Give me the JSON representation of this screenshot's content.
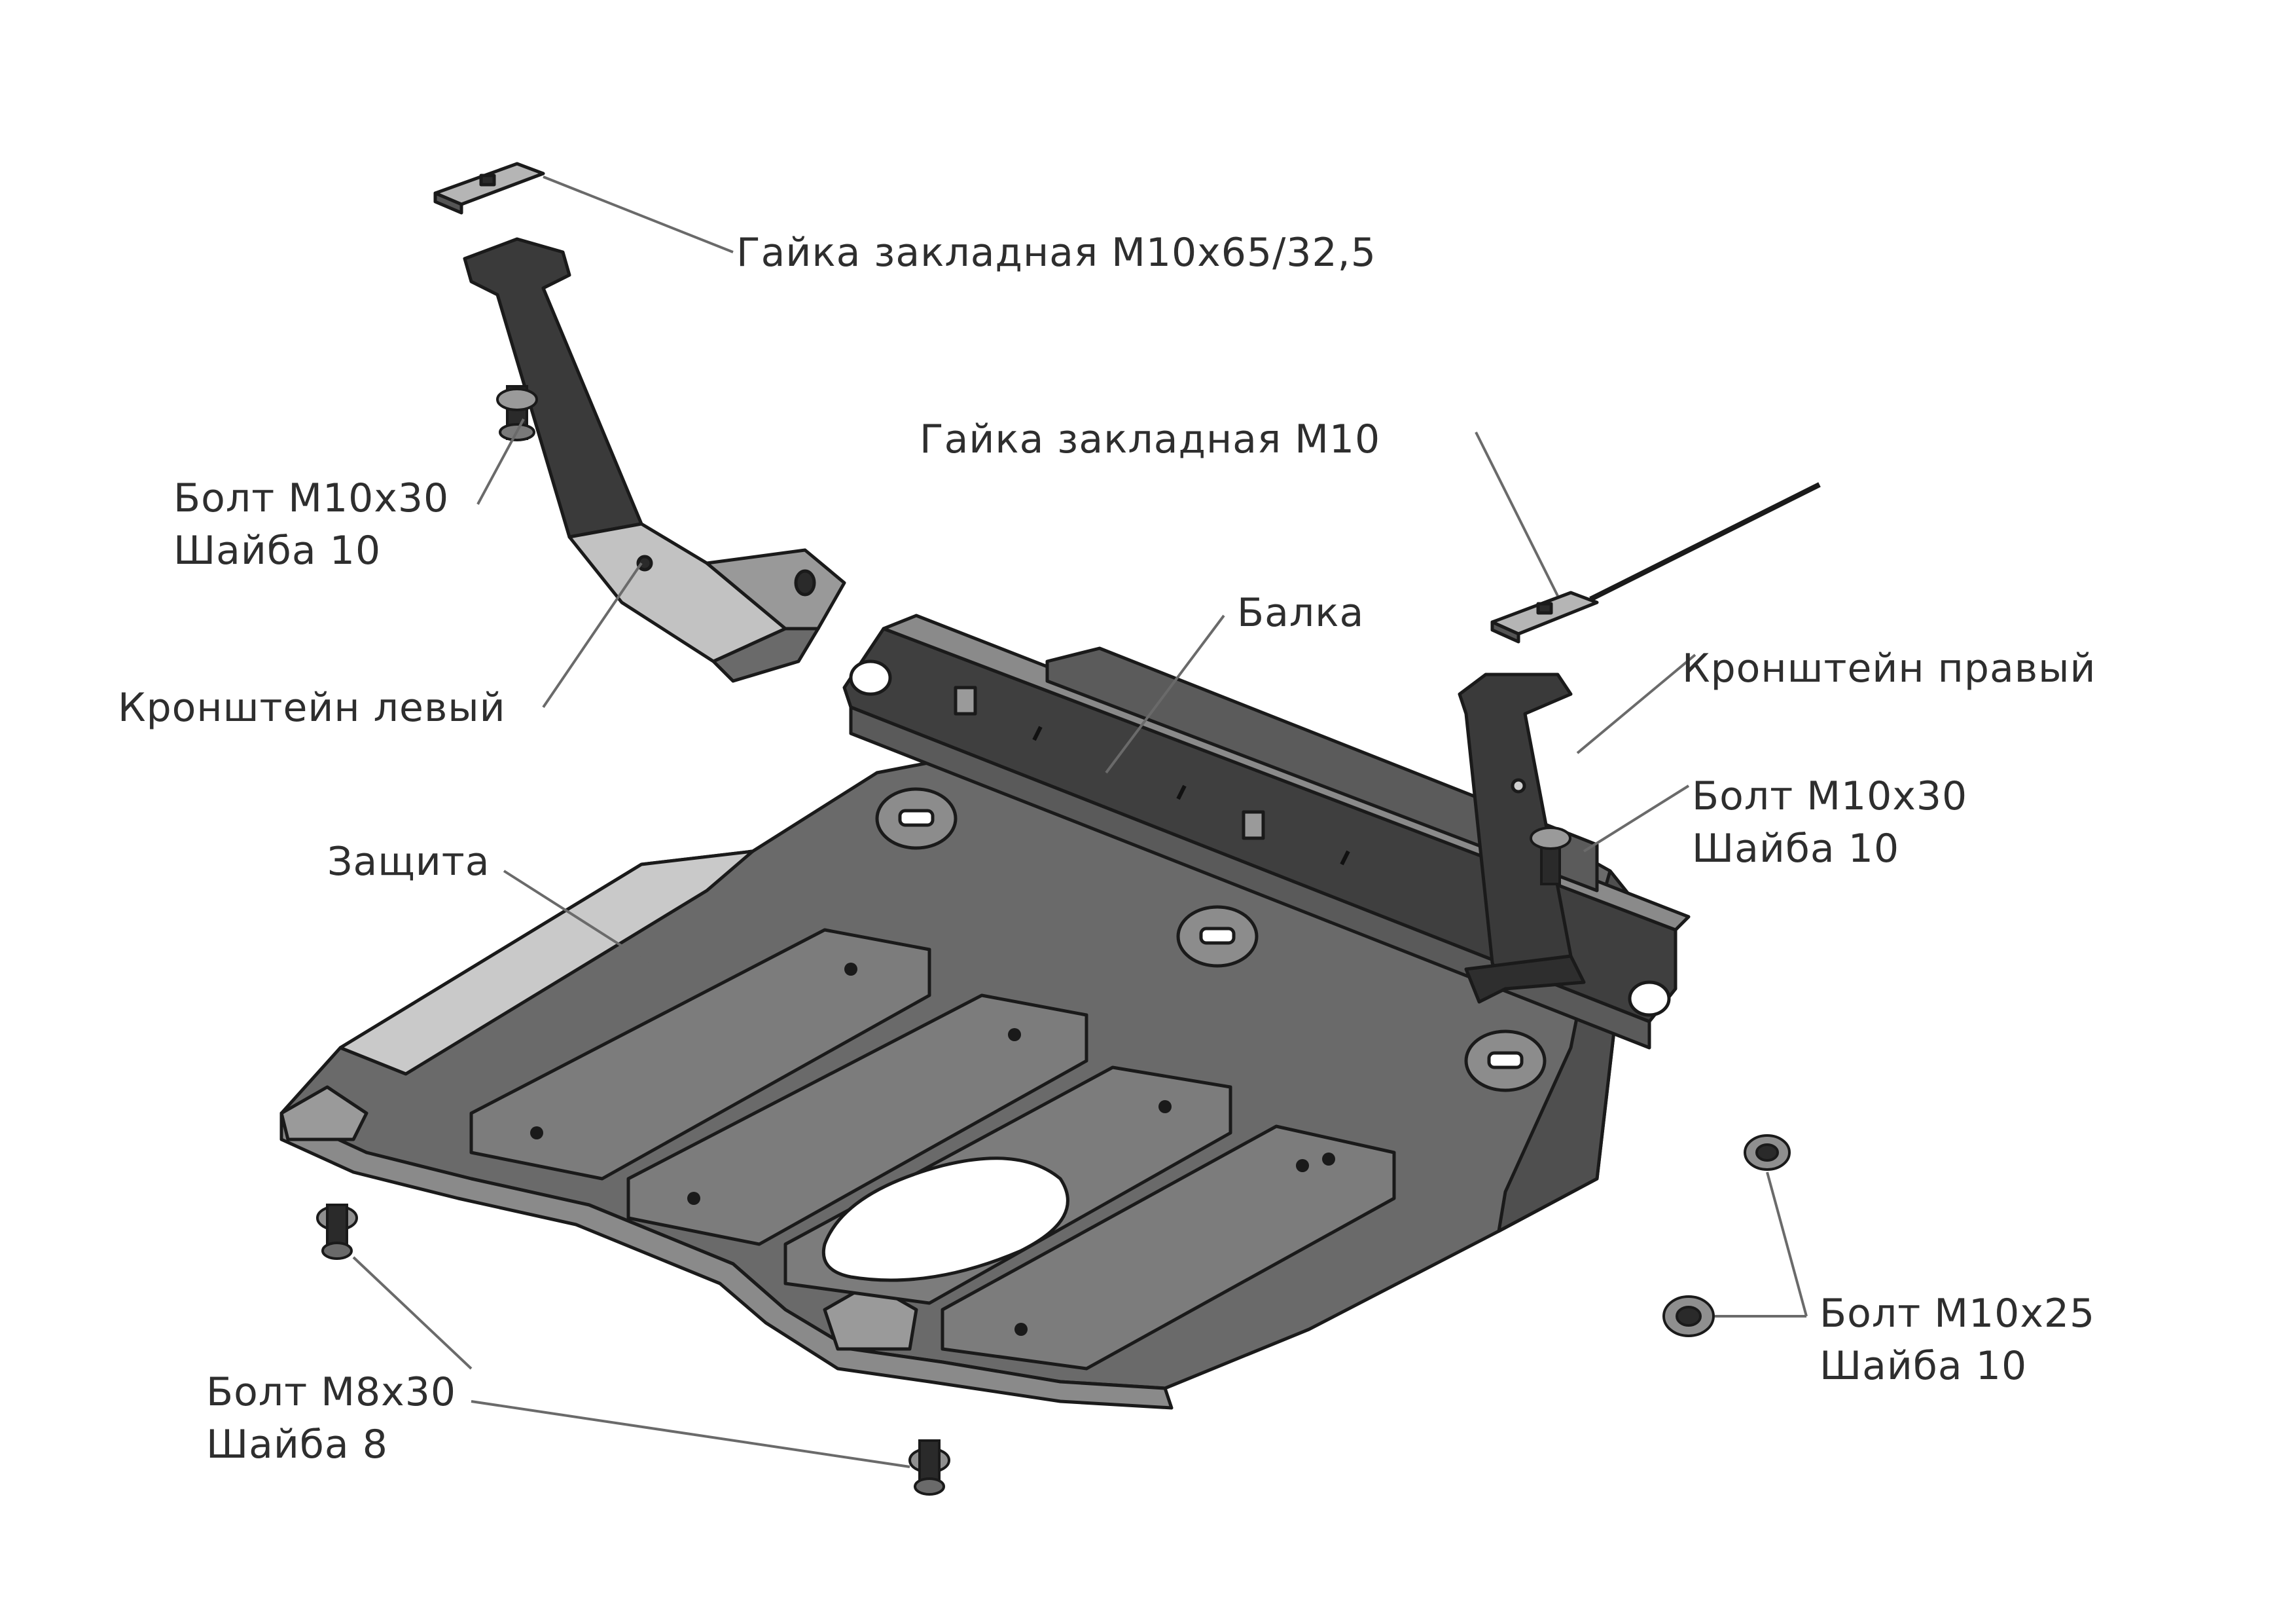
{
  "labels": {
    "nut_m10x65": "Гайка закладная М10х65/32,5",
    "nut_m10": "Гайка закладная М10",
    "bolt_left_1": "Болт М10х30",
    "washer_left_1": "Шайба 10",
    "bracket_left": "Кронштейн левый",
    "beam": "Балка",
    "bracket_right": "Кронштейн правый",
    "bolt_right_1": "Болт М10х30",
    "washer_right_1": "Шайба 10",
    "guard": "Защита",
    "bolt_m10x25": "Болт М10х25",
    "washer_m10x25": "Шайба 10",
    "bolt_m8x30": "Болт М8х30",
    "washer_m8": "Шайба 8"
  },
  "colors": {
    "metal_dark": "#4a4a4a",
    "metal_mid": "#6e6e6e",
    "metal_light": "#b8b8b8",
    "outline": "#1a1a1a",
    "leader": "#6a6a6a",
    "text": "#2e2e2e"
  }
}
